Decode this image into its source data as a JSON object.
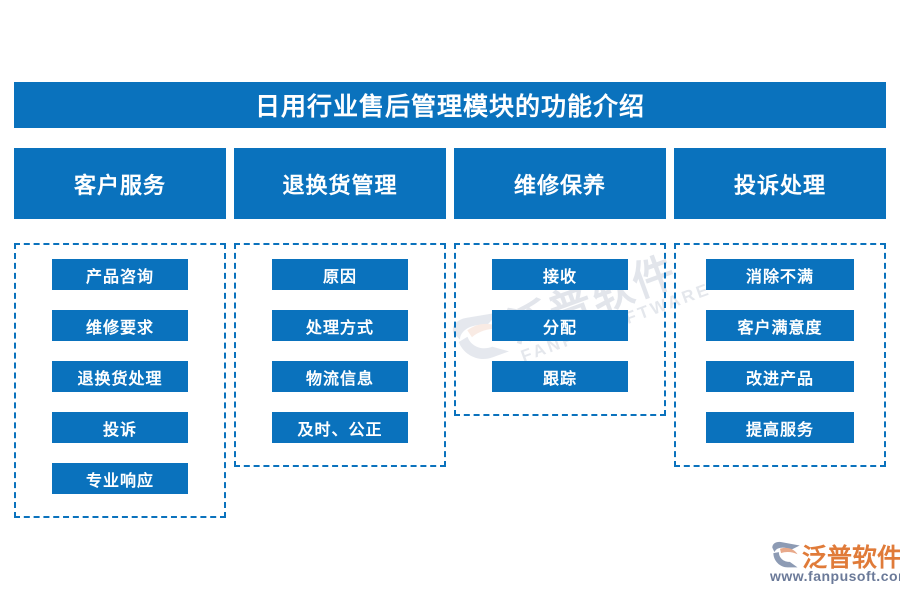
{
  "page": {
    "background_color": "#ffffff",
    "accent_color": "#0a72bd"
  },
  "title": {
    "text": "日用行业售后管理模块的功能介绍"
  },
  "columns": [
    {
      "header": "客户服务",
      "items": [
        "产品咨询",
        "维修要求",
        "退换货处理",
        "投诉",
        "专业响应"
      ]
    },
    {
      "header": "退换货管理",
      "items": [
        "原因",
        "处理方式",
        "物流信息",
        "及时、公正"
      ]
    },
    {
      "header": "维修保养",
      "items": [
        "接收",
        "分配",
        "跟踪"
      ]
    },
    {
      "header": "投诉处理",
      "items": [
        "消除不满",
        "客户满意度",
        "改进产品",
        "提高服务"
      ]
    }
  ],
  "watermark": {
    "name": "泛普软件",
    "sub": "FANPU SOFTWARE"
  },
  "brand": {
    "name": "泛普软件",
    "url": "www.fanpusoft.com",
    "name_color": "#e07b39",
    "url_color": "#6b7a99"
  }
}
